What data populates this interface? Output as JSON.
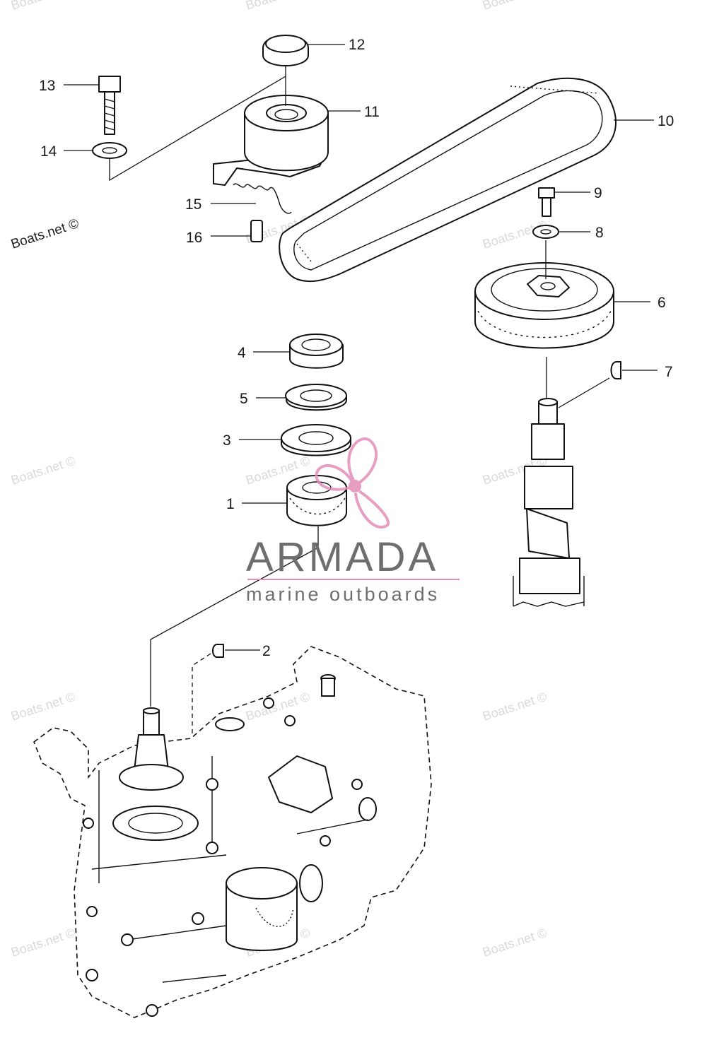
{
  "callouts": {
    "p1": "1",
    "p2": "2",
    "p3": "3",
    "p4": "4",
    "p5": "5",
    "p6": "6",
    "p7": "7",
    "p8": "8",
    "p9": "9",
    "p10": "10",
    "p11": "11",
    "p12": "12",
    "p13": "13",
    "p14": "14",
    "p15": "15",
    "p16": "16"
  },
  "watermark": {
    "text": "Boats.net ©"
  },
  "logo": {
    "title": "ARMADA",
    "subtitle": "marine outboards",
    "title_color": "#6e6e6e",
    "accent_color": "#e58db8"
  }
}
